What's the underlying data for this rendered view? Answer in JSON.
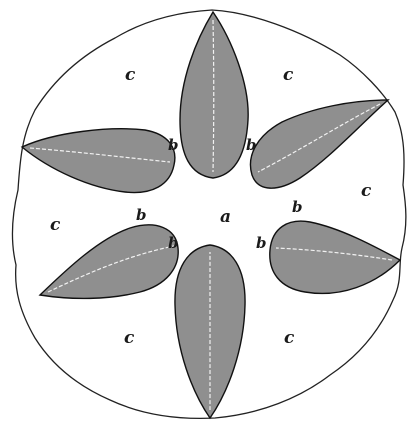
{
  "labels": {
    "a": "a",
    "b": "b",
    "c": "c"
  },
  "colors": {
    "background": "#ffffff",
    "line": "#222222",
    "segment_fill": "#8f8f8f"
  }
}
